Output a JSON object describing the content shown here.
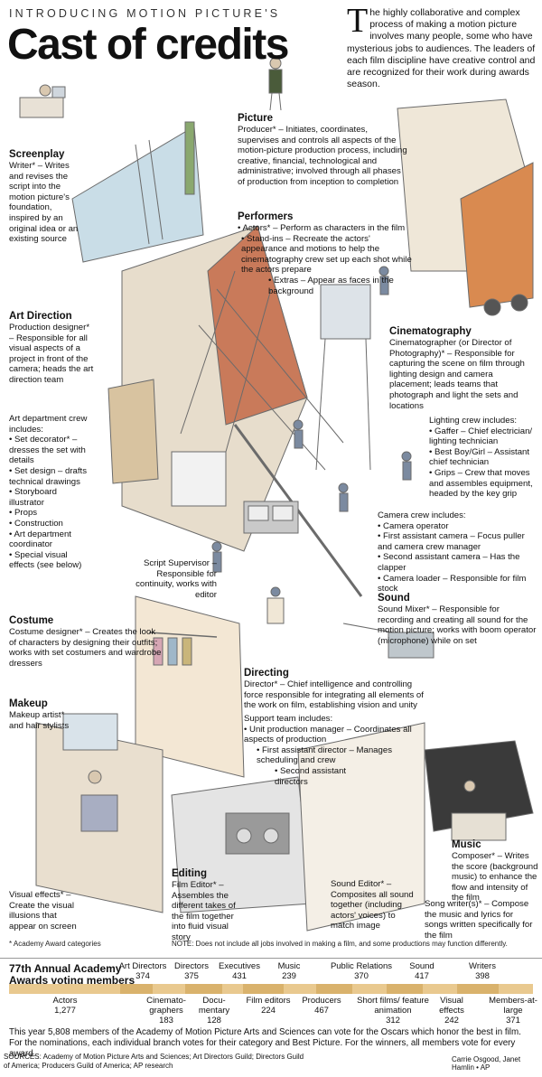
{
  "header": {
    "kicker": "INTRODUCING MOTION PICTURE'S",
    "title": "Cast of credits",
    "intro_dropcap": "T",
    "intro_text": "he highly collaborative and complex process of making a motion picture involves many people, some who have mysterious jobs to audiences. The leaders of each film discipline have creative control and are recognized for their work during awards season."
  },
  "sections": {
    "screenplay": {
      "title": "Screenplay",
      "text": "Writer* – Writes and revises the script into the motion picture's foundation, inspired by an original idea or an existing source"
    },
    "picture": {
      "title": "Picture",
      "text": "Producer* – Initiates, coordinates, supervises and controls all aspects of the motion-picture production process, including creative, financial, technological and administrative; involved through all phases of production from inception to completion"
    },
    "performers": {
      "title": "Performers",
      "items": [
        "• Actors* – Perform as characters in the film",
        "• Stand-ins – Recreate the actors' appearance and motions to help the cinematography crew set up each shot while the actors prepare",
        "• Extras – Appear as faces in the background"
      ]
    },
    "art_direction": {
      "title": "Art Direction",
      "text": "Production designer* – Responsible for all visual aspects of a project in front of the camera; heads the art direction team"
    },
    "art_crew": {
      "intro": "Art department crew includes:",
      "items": [
        "• Set decorator* – dresses the set with details",
        "• Set design – drafts technical drawings",
        "• Storyboard illustrator",
        "• Props",
        "• Construction",
        "• Art department coordinator",
        "• Special visual effects (see below)"
      ]
    },
    "cinematography": {
      "title": "Cinematography",
      "text": "Cinematographer (or Director of Photography)* – Responsible for capturing the scene on film through lighting design and camera placement; leads teams that photograph and light the sets and locations"
    },
    "lighting": {
      "intro": "Lighting crew includes:",
      "items": [
        "• Gaffer – Chief electrician/ lighting technician",
        "• Best Boy/Girl – Assistant chief technician",
        "• Grips – Crew that moves and assembles equipment, headed by the key grip"
      ]
    },
    "camera": {
      "intro": "Camera crew includes:",
      "items": [
        "• Camera operator",
        "• First assistant camera – Focus puller and camera crew manager",
        "• Second assistant camera – Has the clapper",
        "• Camera loader – Responsible for film stock"
      ]
    },
    "script_supervisor": {
      "text": "Script Supervisor – Responsible for continuity, works with editor"
    },
    "sound": {
      "title": "Sound",
      "text": "Sound Mixer* – Responsible for recording and creating all sound for the motion picture; works with boom operator (microphone) while on set"
    },
    "costume": {
      "title": "Costume",
      "text": "Costume designer* – Creates the look of characters by designing their outfits; works with set costumers and wardrobe dressers"
    },
    "makeup": {
      "title": "Makeup",
      "text": "Makeup artist* and hair stylists"
    },
    "directing": {
      "title": "Directing",
      "text": "Director* – Chief intelligence and controlling force responsible for integrating all elements of the work on film, establishing vision and unity"
    },
    "support": {
      "intro": "Support team includes:",
      "items": [
        "• Unit production manager – Coordinates all aspects of production",
        "• First assistant director – Manages scheduling and crew",
        "• Second assistant directors"
      ]
    },
    "music": {
      "title": "Music",
      "text": "Composer* – Writes the score (background music) to enhance the flow and intensity of the film",
      "text2": "Song writer(s)* – Compose the music and lyrics for songs written specifically for the film"
    },
    "visual_effects": {
      "text": "Visual effects* – Create the visual illusions that appear on screen"
    },
    "editing": {
      "title": "Editing",
      "text": "Film Editor* – Assembles the different takes of the film together into fluid visual story"
    },
    "sound_editor": {
      "text": "Sound Editor* – Composites all sound together (including actors' voices) to match image"
    }
  },
  "notes": {
    "academy": "* Academy Award categories",
    "disclaimer": "NOTE: Does not include all jobs involved in making a film, and some productions may function differently."
  },
  "votes": {
    "title_line1": "77th Annual Academy",
    "title_line2": "Awards voting members",
    "top": [
      {
        "label": "Art Directors",
        "value": "374"
      },
      {
        "label": "Directors",
        "value": "375"
      },
      {
        "label": "Executives",
        "value": "431"
      },
      {
        "label": "Music",
        "value": "239"
      },
      {
        "label": "Public Relations",
        "value": "370"
      },
      {
        "label": "Sound",
        "value": "417"
      },
      {
        "label": "Writers",
        "value": "398"
      }
    ],
    "bottom": [
      {
        "label": "Actors",
        "value": "1,277"
      },
      {
        "label": "Cinemato-graphers",
        "value": "183"
      },
      {
        "label": "Docu-mentary",
        "value": "128"
      },
      {
        "label": "Film editors",
        "value": "224"
      },
      {
        "label": "Producers",
        "value": "467"
      },
      {
        "label": "Short films/ feature animation",
        "value": "312"
      },
      {
        "label": "Visual effects",
        "value": "242"
      },
      {
        "label": "Members-at-large",
        "value": "371"
      }
    ]
  },
  "footer": {
    "text": "This year 5,808 members of the Academy of Motion Picture Arts and Sciences can vote for the Oscars which honor the best in film. For the nominations, each individual branch votes for their category and Best Picture. For the winners, all members vote for every award.",
    "sources": "SOURCES: Academy of Motion Picture Arts and Sciences; Art Directors Guild; Directors Guild of America; Producers Guild of America; AP research",
    "credit": "Carrie Osgood, Janet Hamlin • AP"
  },
  "colors": {
    "bar": "#e9c98f",
    "bar_alt": "#d9b26c",
    "sketch": "#555555"
  }
}
